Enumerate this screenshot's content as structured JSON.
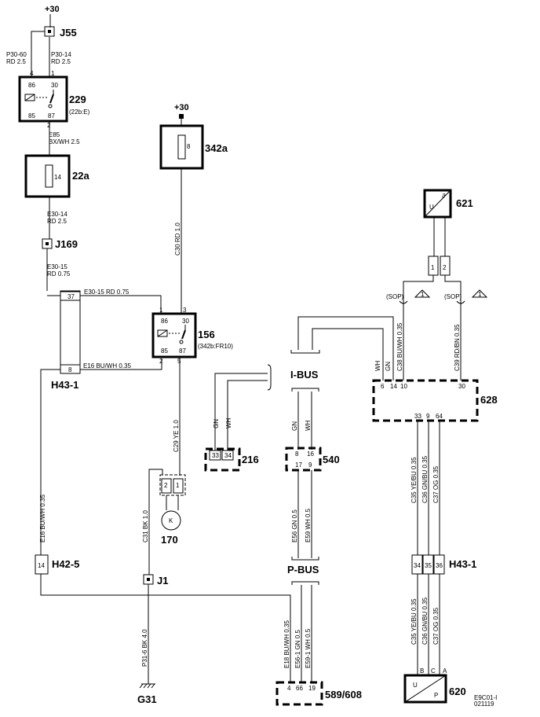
{
  "supply": {
    "plus30_top": "+30",
    "plus30_mid": "+30"
  },
  "components": {
    "j55": "J55",
    "c229": "229",
    "c229_sub": "(22b:E)",
    "c22a": "22a",
    "j169": "J169",
    "c342a": "342a",
    "c156": "156",
    "c156_sub": "(342b:FR10)",
    "h43_1_left": "H43-1",
    "c216": "216",
    "c540": "540",
    "c621": "621",
    "c628": "628",
    "c170": "170",
    "j1": "J1",
    "h42_5": "H42-5",
    "h43_1_right": "H43-1",
    "g31": "G31",
    "c589": "589/608",
    "c620": "620"
  },
  "buses": {
    "ibus": "I-BUS",
    "pbus": "P-BUS"
  },
  "wires": {
    "p30_60": "P30-60",
    "rd25a": "RD  2.5",
    "p30_14": "P30-14",
    "rd25b": "RD  2.5",
    "e85": "E85",
    "bxwh": "BX/WH  2.5",
    "e30_14": "E30-14",
    "rd25c": "RD  2.5",
    "e30_15": "E30-15",
    "rd075": "RD  0.75",
    "e30_15b": "E30-15     RD   0.75",
    "e16a": "E16  BU/WH  0.35",
    "c30": "C30  RD  1.0",
    "c29": "C29  YE  1.0",
    "c31": "C31  BK  1.0",
    "e16v": "E16  BU/WH  0.35",
    "p31_6": "P31-6  BK  4.0",
    "gn216": "GN",
    "wh216": "WH",
    "gn540": "GN",
    "wh540": "WH",
    "e56": "E56  GN  0.5",
    "e59": "E59  WH  0.5",
    "e18b": "E18  BU/WH  0.35",
    "e56b": "E56-1  GN  0.5",
    "e59b": "E59-1  WH  0.5",
    "wh628": "WH",
    "gn628": "GN",
    "c38": "C38  BU/WH  0.35",
    "c39": "C39  RD/BN  0.35",
    "sop1": "(SOP)",
    "sop2": "(SOP)",
    "c35": "C35  YE/BU  0.35",
    "c36": "C36  GN/BU  0.35",
    "c37": "C37  OG  0.35",
    "c35b": "C35  YE/BU  0.35",
    "c36b": "C36  GN/BU  0.35",
    "c37b": "C37  OG  0.35"
  },
  "pins": {
    "r229_86": "86",
    "r229_30": "30",
    "r229_85": "85",
    "r229_87": "87",
    "r229_4": "4",
    "r229_1": "1",
    "r229_2": "2",
    "f22a": "14",
    "f342": "8",
    "h43_37": "37",
    "h43_8": "8",
    "r156_86": "86",
    "r156_30": "30",
    "r156_85": "85",
    "r156_87": "87",
    "r156_1": "1",
    "r156_3": "3",
    "r156_2": "2",
    "r156_5": "5",
    "p216a": "33",
    "p216b": "34",
    "p540a": "8",
    "p540b": "16",
    "p540c": "17",
    "p540d": "9",
    "p170a": "2",
    "p170b": "1",
    "motor": "K",
    "p621a": "1",
    "p621b": "2",
    "u621": "U",
    "p628a": "6",
    "p628b": "14",
    "p628c": "10",
    "p628d": "30",
    "p628e": "33",
    "p628f": "9",
    "p628g": "64",
    "h42_14": "14",
    "h43r_34": "34",
    "h43r_35": "35",
    "h43r_36": "36",
    "p589a": "4",
    "p589b": "66",
    "p589c": "19",
    "p620b": "B",
    "p620c": "C",
    "p620a": "A",
    "u620": "U",
    "p620p": "P",
    "warn1": "1",
    "warn2": "1"
  },
  "footer": {
    "code1": "E9C01-I",
    "code2": "021119"
  }
}
